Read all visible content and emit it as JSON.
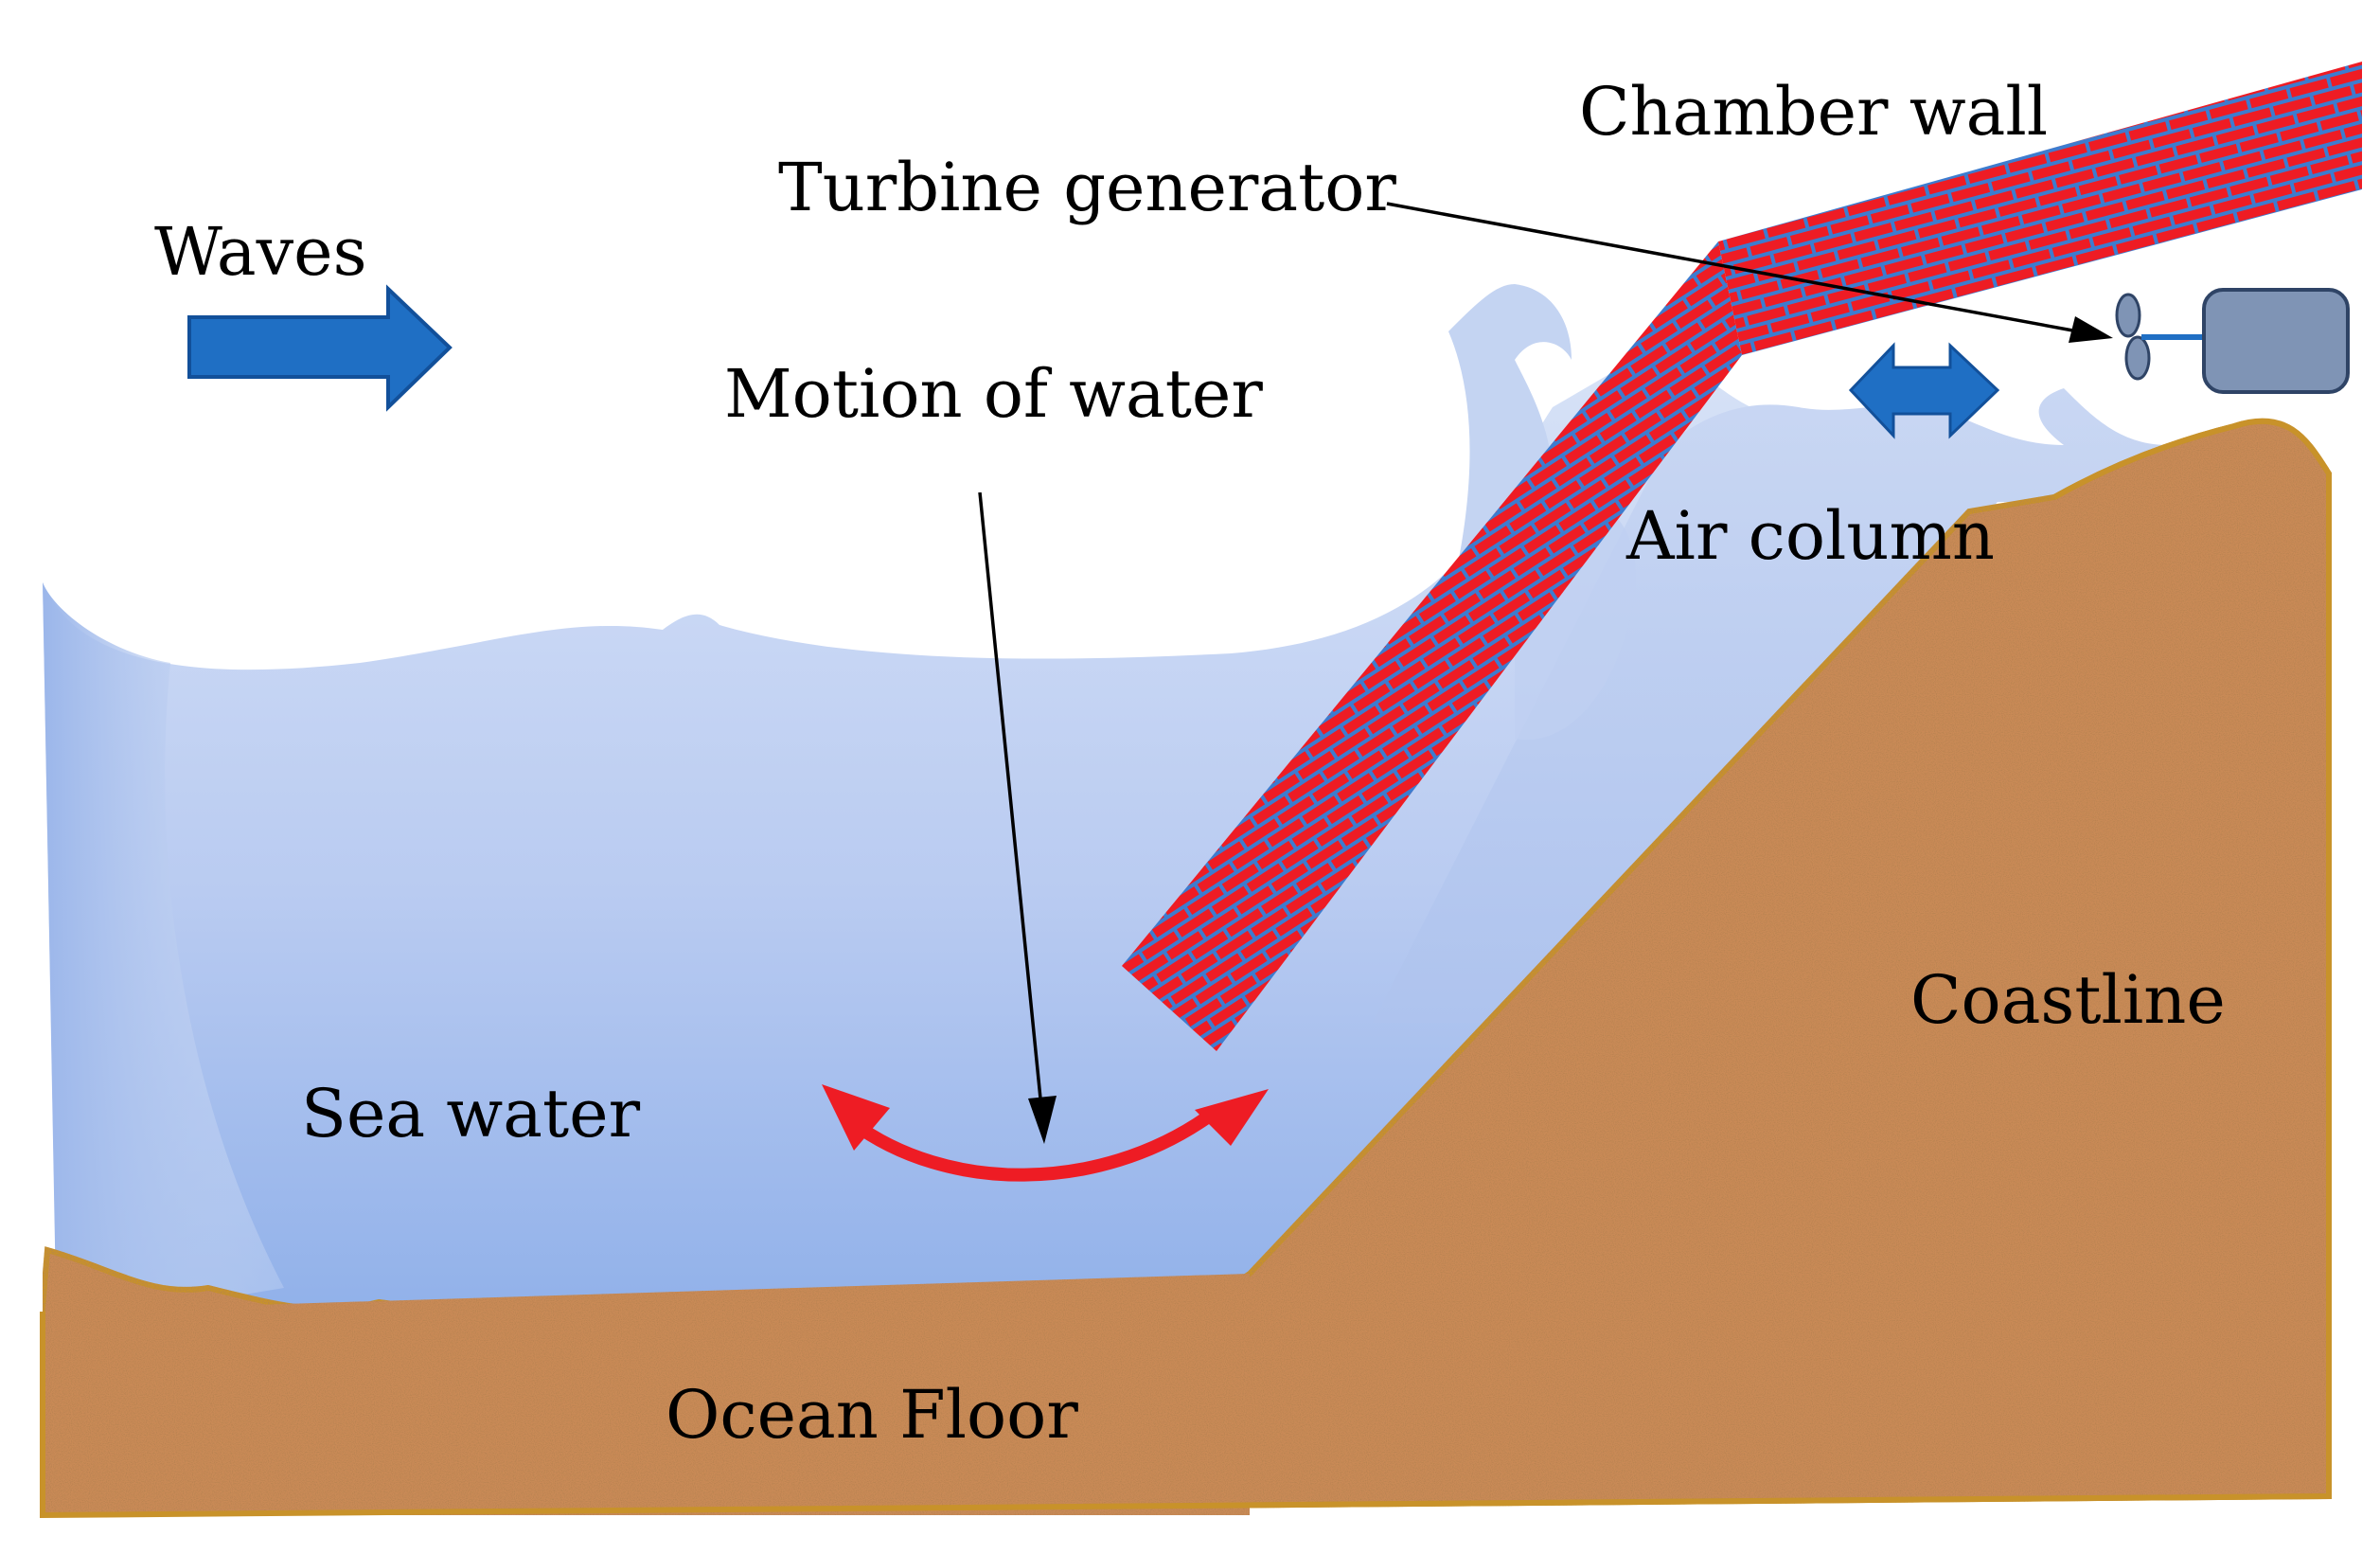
{
  "labels": {
    "chamber_wall": "Chamber wall",
    "turbine_generator": "Turbine generator",
    "waves": "Waves",
    "motion_of_water": "Motion of water",
    "air_column": "Air column",
    "coastline": "Coastline",
    "sea_water": "Sea water",
    "ocean_floor": "Ocean Floor"
  },
  "colors": {
    "water_light": "#dce6f7",
    "water_dark": "#8fb0ea",
    "sand": "#c98a57",
    "sand_edge": "#c8922a",
    "brick": "#ee1c24",
    "mortar": "#3d7ccf",
    "wave_arrow": "#1f6fc4",
    "motion_arrow": "#ee1c24",
    "generator": "#7f94b5"
  },
  "icons": {
    "wave_arrow": "right-arrow-icon",
    "air_flow": "double-arrow-icon",
    "water_motion": "curved-double-arrow-icon",
    "turbine": "turbine-icon",
    "generator": "generator-box-icon"
  }
}
